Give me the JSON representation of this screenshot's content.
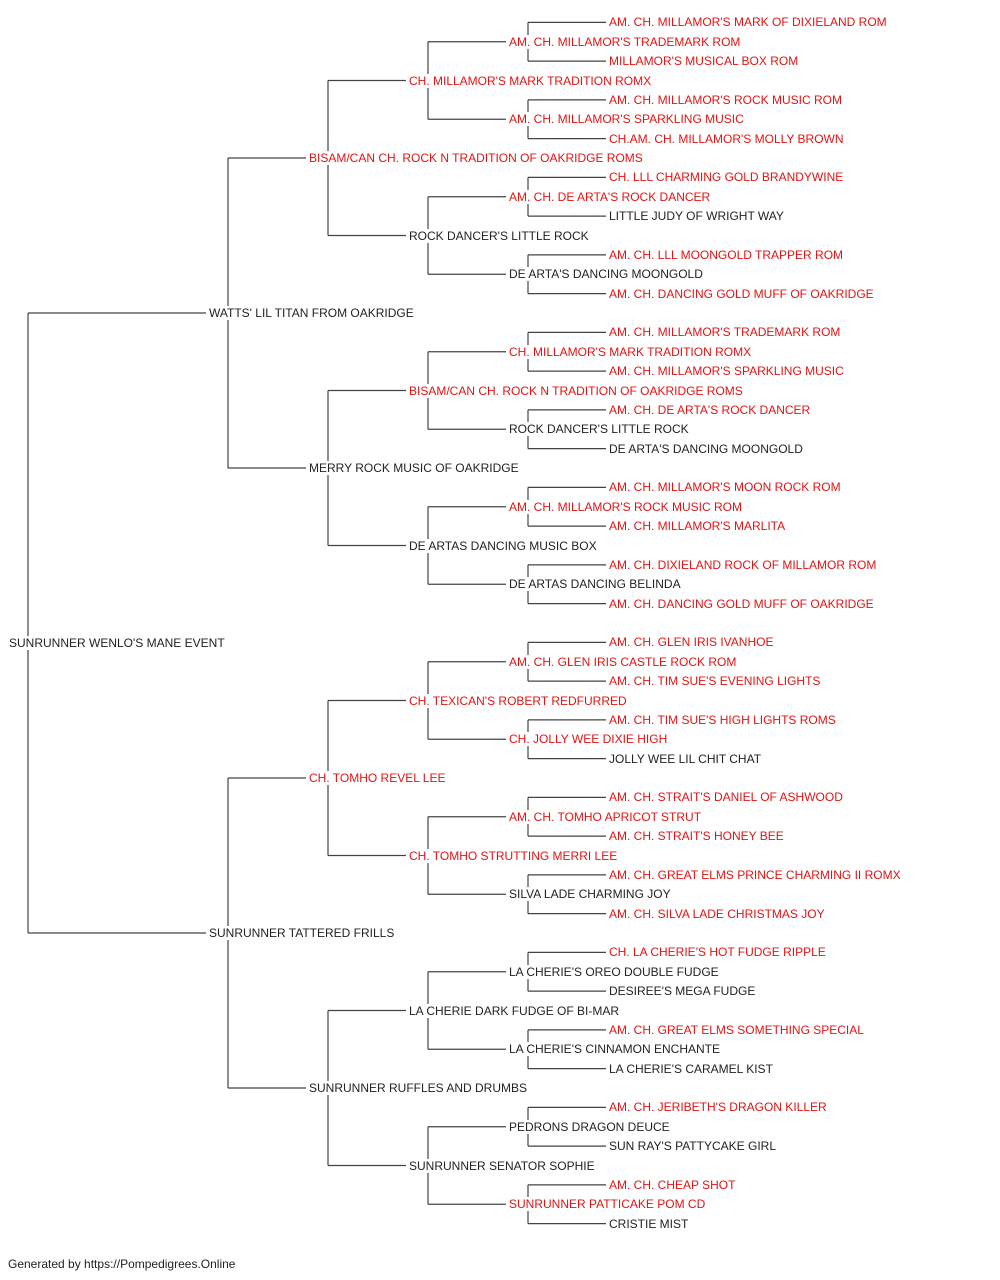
{
  "colors": {
    "line": "#444444",
    "text": "#222222",
    "champion": "#e21313"
  },
  "footer": "Generated by https://Pompedigrees.Online",
  "pedigree": [
    {
      "id": "subject",
      "name": "SUNRUNNER WENLO'S MANE EVENT",
      "titled": false
    },
    {
      "id": "s",
      "name": "WATTS' LIL TITAN FROM OAKRIDGE",
      "titled": false
    },
    {
      "id": "d",
      "name": "SUNRUNNER TATTERED FRILLS",
      "titled": false
    },
    {
      "id": "ss",
      "name": "BISAM/CAN CH. ROCK N TRADITION OF OAKRIDGE ROMS",
      "titled": true
    },
    {
      "id": "sd",
      "name": "MERRY ROCK MUSIC OF OAKRIDGE",
      "titled": false
    },
    {
      "id": "ds",
      "name": "CH. TOMHO REVEL LEE",
      "titled": true
    },
    {
      "id": "dd",
      "name": "SUNRUNNER RUFFLES AND DRUMBS",
      "titled": false
    },
    {
      "id": "sss",
      "name": "CH. MILLAMOR'S MARK TRADITION ROMX",
      "titled": true
    },
    {
      "id": "ssd",
      "name": "ROCK DANCER'S LITTLE ROCK",
      "titled": false
    },
    {
      "id": "sds",
      "name": "BISAM/CAN CH. ROCK N TRADITION OF OAKRIDGE ROMS",
      "titled": true
    },
    {
      "id": "sdd",
      "name": "DE ARTAS DANCING MUSIC BOX",
      "titled": false
    },
    {
      "id": "dss",
      "name": "CH. TEXICAN'S ROBERT REDFURRED",
      "titled": true
    },
    {
      "id": "dsd",
      "name": "CH. TOMHO STRUTTING MERRI LEE",
      "titled": true
    },
    {
      "id": "dds",
      "name": "LA CHERIE DARK FUDGE OF BI-MAR",
      "titled": false
    },
    {
      "id": "ddd",
      "name": "SUNRUNNER SENATOR SOPHIE",
      "titled": false
    },
    {
      "id": "ssss",
      "name": "AM. CH. MILLAMOR'S TRADEMARK ROM",
      "titled": true
    },
    {
      "id": "sssd",
      "name": "AM. CH. MILLAMOR'S SPARKLING MUSIC",
      "titled": true
    },
    {
      "id": "ssds",
      "name": "AM. CH. DE ARTA'S ROCK DANCER",
      "titled": true
    },
    {
      "id": "ssdd",
      "name": "DE ARTA'S DANCING MOONGOLD",
      "titled": false
    },
    {
      "id": "sdss",
      "name": "CH. MILLAMOR'S MARK TRADITION ROMX",
      "titled": true
    },
    {
      "id": "sdsd",
      "name": "ROCK DANCER'S LITTLE ROCK",
      "titled": false
    },
    {
      "id": "sdds",
      "name": "AM. CH. MILLAMOR'S ROCK MUSIC ROM",
      "titled": true
    },
    {
      "id": "sddd",
      "name": "DE ARTAS DANCING BELINDA",
      "titled": false
    },
    {
      "id": "dsss",
      "name": "AM. CH. GLEN IRIS CASTLE ROCK ROM",
      "titled": true
    },
    {
      "id": "dssd",
      "name": "CH. JOLLY WEE DIXIE HIGH",
      "titled": true
    },
    {
      "id": "dsds",
      "name": "AM. CH. TOMHO APRICOT STRUT",
      "titled": true
    },
    {
      "id": "dsdd",
      "name": "SILVA LADE CHARMING JOY",
      "titled": false
    },
    {
      "id": "ddss",
      "name": "LA CHERIE'S OREO DOUBLE FUDGE",
      "titled": false
    },
    {
      "id": "ddsd",
      "name": "LA CHERIE'S CINNAMON ENCHANTE",
      "titled": false
    },
    {
      "id": "ddds",
      "name": "PEDRONS DRAGON DEUCE",
      "titled": false
    },
    {
      "id": "dddd",
      "name": "SUNRUNNER PATTICAKE POM CD",
      "titled": true
    },
    {
      "id": "sssss",
      "name": "AM. CH. MILLAMOR'S MARK OF DIXIELAND ROM",
      "titled": true
    },
    {
      "id": "ssssd",
      "name": "MILLAMOR'S MUSICAL BOX ROM",
      "titled": true
    },
    {
      "id": "sssds",
      "name": "AM. CH. MILLAMOR'S ROCK MUSIC ROM",
      "titled": true
    },
    {
      "id": "sssdd",
      "name": "CH.AM. CH. MILLAMOR'S MOLLY BROWN",
      "titled": true
    },
    {
      "id": "ssdss",
      "name": "CH. LLL CHARMING GOLD BRANDYWINE",
      "titled": true
    },
    {
      "id": "ssdsd",
      "name": "LITTLE JUDY OF WRIGHT WAY",
      "titled": false
    },
    {
      "id": "ssdds",
      "name": "AM. CH. LLL MOONGOLD TRAPPER ROM",
      "titled": true
    },
    {
      "id": "ssddd",
      "name": "AM. CH. DANCING GOLD MUFF OF OAKRIDGE",
      "titled": true
    },
    {
      "id": "sdsss",
      "name": "AM. CH. MILLAMOR'S TRADEMARK ROM",
      "titled": true
    },
    {
      "id": "sdssd",
      "name": "AM. CH. MILLAMOR'S SPARKLING MUSIC",
      "titled": true
    },
    {
      "id": "sdsds",
      "name": "AM. CH. DE ARTA'S ROCK DANCER",
      "titled": true
    },
    {
      "id": "sdsdd",
      "name": "DE ARTA'S DANCING MOONGOLD",
      "titled": false
    },
    {
      "id": "sddss",
      "name": "AM. CH. MILLAMOR'S MOON ROCK ROM",
      "titled": true
    },
    {
      "id": "sddsd",
      "name": "AM. CH. MILLAMOR'S MARLITA",
      "titled": true
    },
    {
      "id": "sddds",
      "name": "AM. CH. DIXIELAND ROCK OF MILLAMOR ROM",
      "titled": true
    },
    {
      "id": "sdddd",
      "name": "AM. CH. DANCING GOLD MUFF OF OAKRIDGE",
      "titled": true
    },
    {
      "id": "dssss",
      "name": "AM. CH. GLEN IRIS IVANHOE",
      "titled": true
    },
    {
      "id": "dsssd",
      "name": "AM. CH. TIM SUE'S EVENING LIGHTS",
      "titled": true
    },
    {
      "id": "dssds",
      "name": "AM. CH. TIM SUE'S HIGH LIGHTS ROMS",
      "titled": true
    },
    {
      "id": "dssdd",
      "name": "JOLLY WEE LIL CHIT CHAT",
      "titled": false
    },
    {
      "id": "dsdss",
      "name": "AM. CH. STRAIT'S DANIEL OF ASHWOOD",
      "titled": true
    },
    {
      "id": "dsdsd",
      "name": "AM. CH. STRAIT'S HONEY BEE",
      "titled": true
    },
    {
      "id": "dsdds",
      "name": "AM. CH. GREAT ELMS PRINCE CHARMING II ROMX",
      "titled": true
    },
    {
      "id": "dsddd",
      "name": "AM. CH. SILVA LADE CHRISTMAS JOY",
      "titled": true
    },
    {
      "id": "ddsss",
      "name": "CH. LA CHERIE'S HOT FUDGE RIPPLE",
      "titled": true
    },
    {
      "id": "ddssd",
      "name": "DESIREE'S MEGA FUDGE",
      "titled": false
    },
    {
      "id": "ddsds",
      "name": "AM. CH. GREAT ELMS SOMETHING SPECIAL",
      "titled": true
    },
    {
      "id": "ddsdd",
      "name": "LA CHERIE'S CARAMEL KIST",
      "titled": false
    },
    {
      "id": "dddss",
      "name": "AM. CH. JERIBETH'S DRAGON KILLER",
      "titled": true
    },
    {
      "id": "dddsd",
      "name": "SUN RAY'S PATTYCAKE GIRL",
      "titled": false
    },
    {
      "id": "dddds",
      "name": "AM. CH. CHEAP SHOT",
      "titled": true
    },
    {
      "id": "ddddd",
      "name": "CRISTIE MIST",
      "titled": false
    }
  ]
}
